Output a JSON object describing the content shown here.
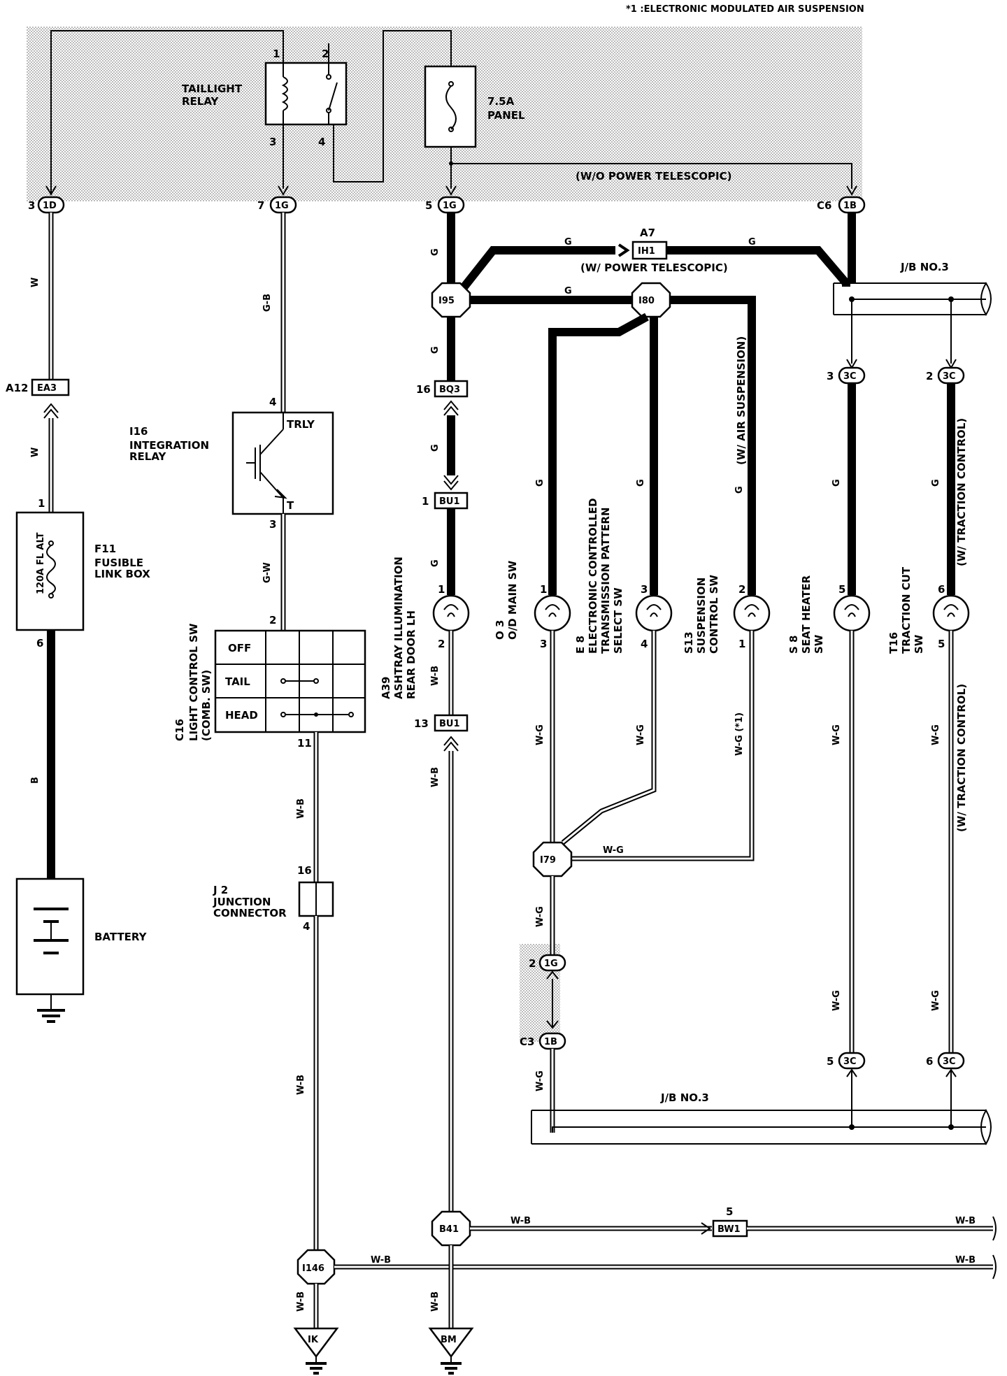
{
  "header_note": "*1 :ELECTRONIC MODULATED AIR SUSPENSION",
  "components": {
    "taillight_relay": {
      "name": "TAILLIGHT\nRELAY",
      "pin1": "1",
      "pin2": "2",
      "pin3": "3",
      "pin4": "4"
    },
    "fuse_panel": {
      "rating": "7.5A",
      "name": "PANEL"
    },
    "integration_relay": {
      "code": "I16",
      "name": "INTEGRATION\nRELAY",
      "trly": "TRLY",
      "t": "T",
      "pin4": "4",
      "pin3": "3"
    },
    "fusible_link": {
      "code": "F11",
      "name": "FUSIBLE\nLINK BOX",
      "rating": "120A FL ALT",
      "pin1": "1",
      "pin6": "6"
    },
    "battery": {
      "name": "BATTERY"
    },
    "light_control_sw": {
      "code": "C16",
      "name": "LIGHT CONTROL SW\n(COMB. SW)",
      "rows": [
        "OFF",
        "TAIL",
        "HEAD"
      ],
      "pin2": "2",
      "pin11": "11"
    },
    "junction_connector": {
      "code": "J 2",
      "name": "JUNCTION\nCONNECTOR",
      "pin16": "16",
      "pin4": "4"
    },
    "ashtray": {
      "code": "A39",
      "name": "ASHTRAY ILLUMINATION\nREAR DOOR LH",
      "pin1": "1",
      "pin2": "2"
    },
    "od_main_sw": {
      "code": "O 3",
      "name": "O/D MAIN SW",
      "pin1": "1",
      "pin3": "3"
    },
    "ect_sw": {
      "code": "E 8",
      "name": "ELECTRONIC CONTROLLED\nTRANSMISSION PATTERN\nSELECT SW",
      "pin3": "3",
      "pin4": "4"
    },
    "suspension_sw": {
      "code": "S13",
      "name": "SUSPENSION\nCONTROL SW",
      "pin2": "2",
      "pin1": "1"
    },
    "seat_heater_sw": {
      "code": "S 8",
      "name": "SEAT HEATER\nSW",
      "pin5": "5"
    },
    "traction_cut_sw": {
      "code": "T16",
      "name": "TRACTION CUT\nSW",
      "pin6": "6",
      "pin5": "5"
    },
    "jb3_top": "J/B NO.3",
    "jb3_bottom": "J/B NO.3"
  },
  "connectors": {
    "c_1d": {
      "pin": "3",
      "id": "1D"
    },
    "c_1g_7": {
      "pin": "7",
      "id": "1G"
    },
    "c_1g_5": {
      "pin": "5",
      "id": "1G"
    },
    "c_1b_c6": {
      "pin": "C6",
      "id": "1B"
    },
    "c_ih1": {
      "pin": "A7",
      "id": "IH1"
    },
    "c_ea3": {
      "pin": "A12",
      "id": "EA3"
    },
    "c_bq3": {
      "pin": "16",
      "id": "BQ3"
    },
    "c_bu1_1": {
      "pin": "1",
      "id": "BU1"
    },
    "c_bu1_13": {
      "pin": "13",
      "id": "BU1"
    },
    "c_3c_3": {
      "pin": "3",
      "id": "3C"
    },
    "c_3c_2": {
      "pin": "2",
      "id": "3C"
    },
    "c_1g_2": {
      "pin": "2",
      "id": "1G"
    },
    "c_1b_c3": {
      "pin": "C3",
      "id": "1B"
    },
    "c_3c_5": {
      "pin": "5",
      "id": "3C"
    },
    "c_3c_6": {
      "pin": "6",
      "id": "3C"
    },
    "c_bw1": {
      "pin": "5",
      "id": "BW1"
    }
  },
  "splices": {
    "i95": "I95",
    "i80": "I80",
    "i79": "I79",
    "b41": "B41",
    "i146": "I146"
  },
  "grounds": {
    "ik": "IK",
    "bm": "BM"
  },
  "wire_colors": {
    "w": "W",
    "b": "B",
    "g": "G",
    "gb": "G-B",
    "gw": "G-W",
    "wb": "W-B",
    "wg": "W-G",
    "wg1": "W-G (*1)"
  },
  "notes": {
    "wo_power_telescopic": "(W/O POWER TELESCOPIC)",
    "w_power_telescopic": "(W/ POWER TELESCOPIC)",
    "w_air_suspension": "(W/ AIR SUSPENSION)",
    "w_traction_control_top": "(W/ TRACTION CONTROL)",
    "w_traction_control_bottom": "(W/ TRACTION CONTROL)"
  }
}
